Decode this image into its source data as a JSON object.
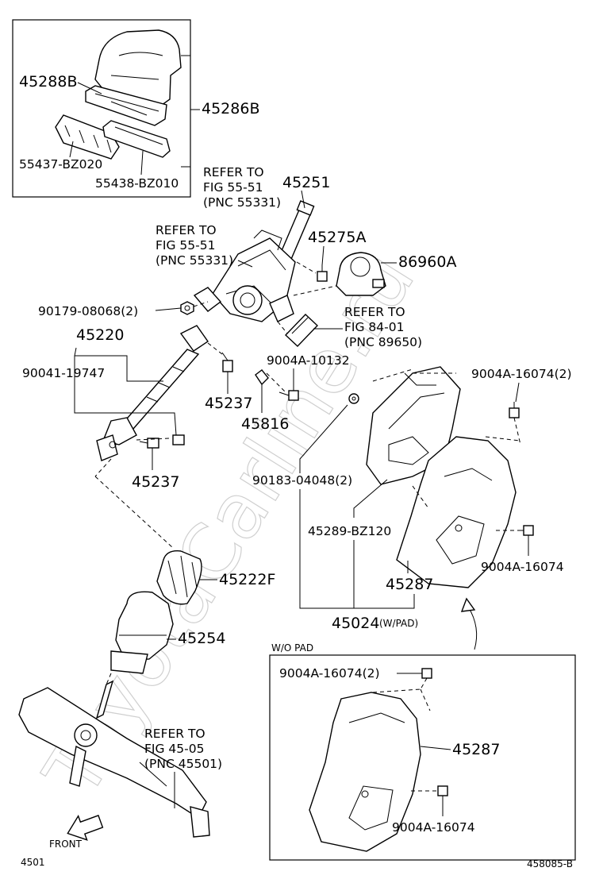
{
  "watermark": "ToyotaCarline.ru",
  "labels": {
    "p45288B": "45288B",
    "p45286B": "45286B",
    "p55437": "55437-BZ020",
    "p55438": "55438-BZ010",
    "refer1_line1": "REFER TO",
    "refer1_line2": "FIG 55-51",
    "refer1_line3": "(PNC 55331)",
    "p45251": "45251",
    "refer2_line1": "REFER TO",
    "refer2_line2": "FIG 55-51",
    "refer2_line3": "(PNC 55331)",
    "p45275A": "45275A",
    "p86960A": "86960A",
    "p90179": "90179-08068(2)",
    "refer3_line1": "REFER TO",
    "refer3_line2": "FIG 84-01",
    "refer3_line3": "(PNC 89650)",
    "p45220": "45220",
    "p9004A_10132": "9004A-10132",
    "p9004A_16074_2a": "9004A-16074(2)",
    "p90041": "90041-19747",
    "p45237a": "45237",
    "p45816": "45816",
    "p45237b": "45237",
    "p90183": "90183-04048(2)",
    "p45289": "45289-BZ120",
    "p9004A_16074a": "9004A-16074",
    "p45287a": "45287",
    "p45222F": "45222F",
    "p45024": "45024",
    "p45024_note": "(W/PAD)",
    "p45254": "45254",
    "wo_pad": "W/O PAD",
    "p9004A_16074_2b": "9004A-16074(2)",
    "p45287b": "45287",
    "refer4_line1": "REFER TO",
    "refer4_line2": "FIG 45-05",
    "refer4_line3": "(PNC 45501)",
    "p9004A_16074b": "9004A-16074",
    "front": "FRONT",
    "page_id": "4501",
    "diagram_id": "458085-B"
  }
}
